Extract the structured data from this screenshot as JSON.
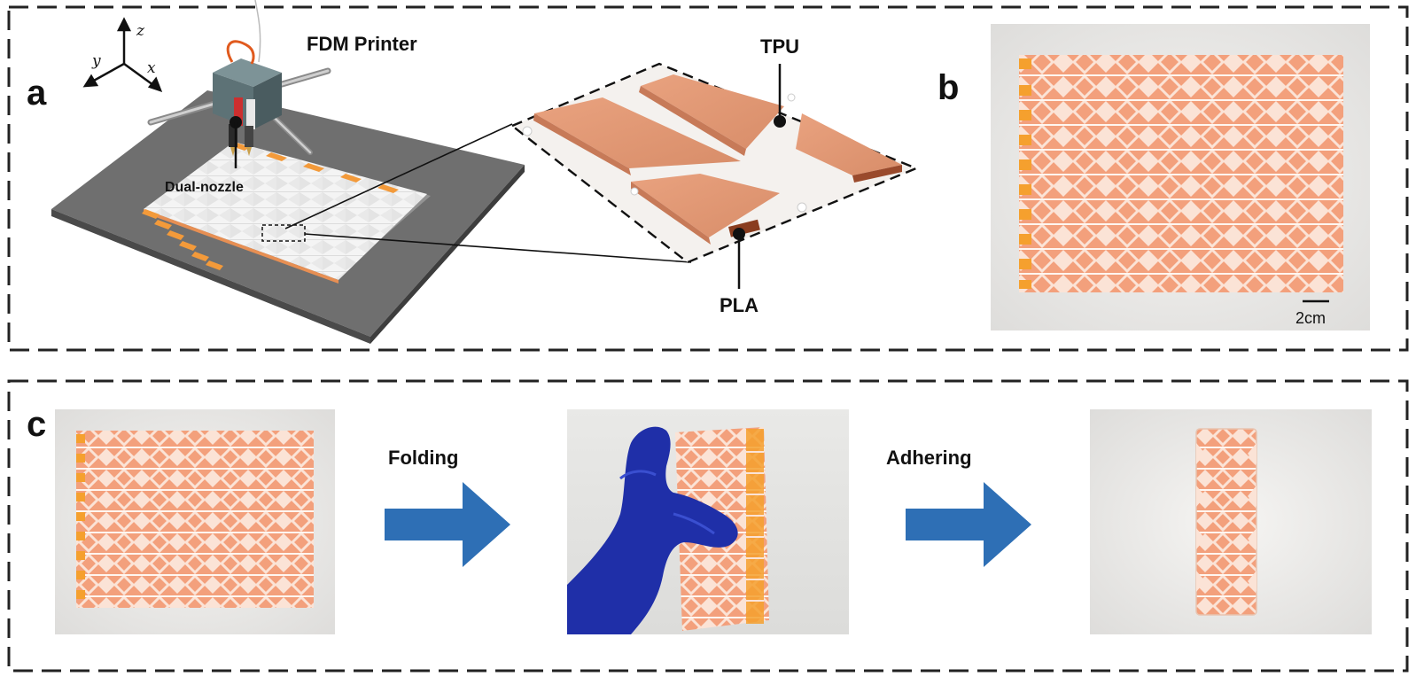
{
  "panels": {
    "a": {
      "letter": "a",
      "printer_label": "FDM Printer",
      "nozzle_label": "Dual-nozzle",
      "tpu_label": "TPU",
      "pla_label": "PLA",
      "axes": {
        "z": "z",
        "y": "y",
        "x": "x"
      }
    },
    "b": {
      "letter": "b",
      "scale_bar": "2cm"
    },
    "c": {
      "letter": "c",
      "step1_label": "Folding",
      "step2_label": "Adhering"
    }
  },
  "colors": {
    "pla": "#f2a882",
    "pla_dark": "#d98a66",
    "tpu": "#f5f2ef",
    "tab": "#f7a22e",
    "arrow": "#2e6fb5",
    "glove": "#1f2fa8",
    "bed": "#6b6b6b",
    "printer": "#5f7478"
  }
}
